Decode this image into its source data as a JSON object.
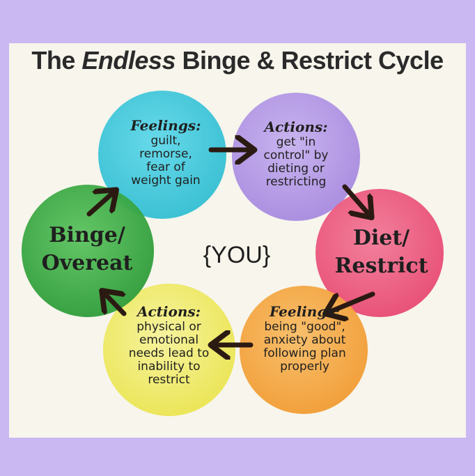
{
  "title": {
    "prefix": "The",
    "emphasis": "Endless",
    "suffix": "Binge & Restrict Cycle"
  },
  "center_label": "{YOU}",
  "nodes": {
    "feelings_top": {
      "heading": "Feelings:",
      "lines": [
        "guilt,",
        "remorse,",
        "fear of",
        "weight gain"
      ],
      "color": "#3fc9dc"
    },
    "actions_top": {
      "heading": "Actions:",
      "lines": [
        "get \"in",
        "control\" by",
        "dieting or",
        "restricting"
      ],
      "color": "#b59be6"
    },
    "diet_restrict": {
      "lines": [
        "Diet/",
        "Restrict"
      ],
      "color": "#ee5a7e"
    },
    "feelings_bottom": {
      "heading": "Feelings:",
      "lines": [
        "being \"good\",",
        "anxiety about",
        "following plan",
        "properly"
      ],
      "color": "#f5a948"
    },
    "actions_bottom": {
      "heading": "Actions:",
      "lines": [
        "physical or",
        "emotional",
        "needs lead to",
        "inability to",
        "restrict"
      ],
      "color": "#f1ec6a"
    },
    "binge_overeat": {
      "lines": [
        "Binge/",
        "Overeat"
      ],
      "color": "#3fae47"
    }
  },
  "colors": {
    "background": "#c9b8f2",
    "card": "#f7f5ec",
    "arrow": "#2b1a12"
  }
}
